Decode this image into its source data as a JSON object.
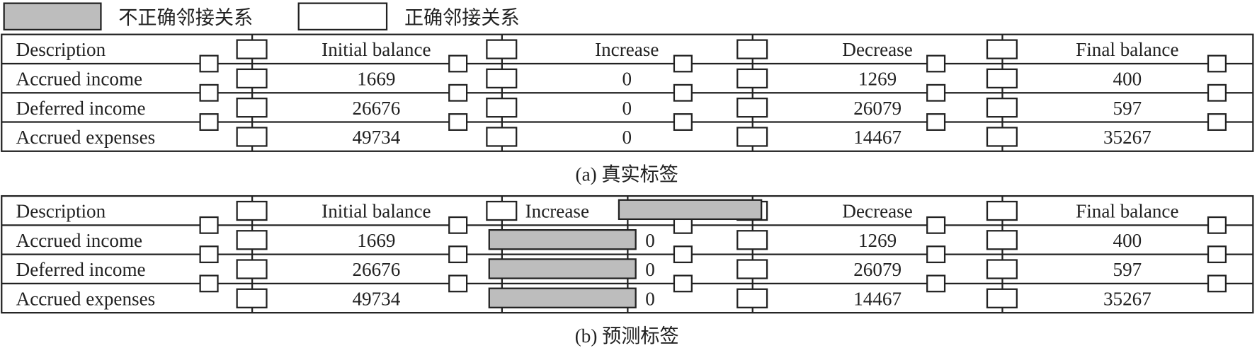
{
  "legend": {
    "incorrect_label": "不正确邻接关系",
    "correct_label": "正确邻接关系",
    "incorrect_color": "#bdbdbd",
    "correct_color": "#ffffff"
  },
  "tables": [
    {
      "caption": "(a) 真实标签",
      "headers": [
        "Description",
        "Initial balance",
        "Increase",
        "Decrease",
        "Final balance"
      ],
      "rows": [
        [
          "Accrued income",
          "1669",
          "0",
          "1269",
          "400"
        ],
        [
          "Deferred income",
          "26676",
          "0",
          "26079",
          "597"
        ],
        [
          "Accrued expenses",
          "49734",
          "0",
          "14467",
          "35267"
        ]
      ],
      "incorrect_relations": "none"
    },
    {
      "caption": "(b) 预测标签",
      "headers": [
        "Description",
        "Initial balance",
        "Increase",
        "Decrease",
        "Final balance"
      ],
      "rows": [
        [
          "Accrued income",
          "1669",
          "0",
          "1269",
          "400"
        ],
        [
          "Deferred income",
          "26676",
          "0",
          "26079",
          "597"
        ],
        [
          "Accrued expenses",
          "49734",
          "0",
          "14467",
          "35267"
        ]
      ],
      "incorrect_relations": "increase-column-split"
    }
  ]
}
